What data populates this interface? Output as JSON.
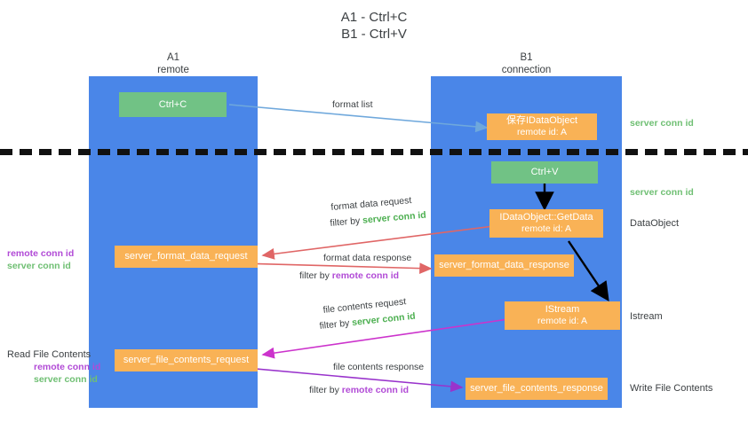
{
  "title": {
    "line1": "A1 - Ctrl+C",
    "line2": "B1 - Ctrl+V"
  },
  "columns": [
    {
      "name": "A1",
      "sub": "remote"
    },
    {
      "name": "B1",
      "sub": "connection"
    }
  ],
  "boxes": {
    "ctrl_c": {
      "label": "Ctrl+C"
    },
    "ctrl_v": {
      "label": "Ctrl+V"
    },
    "save_idataobject": {
      "line1": "保存IDataObject",
      "line2": "remote id: A"
    },
    "getdata": {
      "line1": "IDataObject::GetData",
      "line2": "remote id: A"
    },
    "istream": {
      "line1": "IStream",
      "line2": "remote id: A"
    },
    "server_format_data_request": {
      "label": "server_format_data_request"
    },
    "server_format_data_response": {
      "label": "server_format_data_response"
    },
    "server_file_contents_request": {
      "label": "server_file_contents_request"
    },
    "server_file_contents_response": {
      "label": "server_file_contents_response"
    }
  },
  "edge_labels": {
    "format_list": "format list",
    "format_data_request": "format data request",
    "format_data_request_filter_prefix": "filter by ",
    "format_data_request_filter_key": "server conn id",
    "format_data_response": "format data response",
    "format_data_response_filter_prefix": "filter by ",
    "format_data_response_filter_key": "remote conn id",
    "file_contents_request": "file contents request",
    "file_contents_request_filter_prefix": "filter by ",
    "file_contents_request_filter_key": "server conn id",
    "file_contents_response": "file contents response",
    "file_contents_response_filter_prefix": "filter by ",
    "file_contents_response_filter_key": "remote conn id"
  },
  "right_annotations": [
    {
      "text": "server conn id",
      "kind": "green"
    },
    {
      "text": "server conn id",
      "kind": "green"
    },
    {
      "text": "DataObject",
      "kind": "plain"
    },
    {
      "text": "Istream",
      "kind": "plain"
    },
    {
      "text": "Write File Contents",
      "kind": "plain"
    }
  ],
  "left_annotations": {
    "group1_remote": "remote conn id",
    "group1_server": "server conn id",
    "group2_title": "Read File Contents",
    "group2_remote": "remote conn id",
    "group2_server": "server conn id"
  },
  "colors": {
    "lane": "#4a86e8",
    "green_box": "#71c285",
    "orange_box": "#f9b256",
    "green_text": "#6fbf73",
    "purple_text": "#b14ad6",
    "arrow_blue": "#6fa8dc",
    "arrow_red": "#e06666",
    "arrow_magenta": "#cc33cc",
    "arrow_purple": "#9933cc",
    "arrow_black": "#000000",
    "divider": "#111111"
  }
}
